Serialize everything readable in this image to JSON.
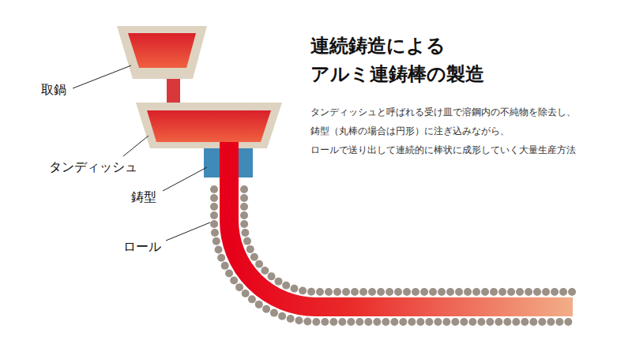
{
  "diagram": {
    "title": "連続鋳造による アルミ連鋳棒の製造",
    "caption": "タンディッシュと呼ばれる受け皿で溶鋼内の不純物を除去し、 鋳型（丸棒の場合は円形）に注ぎ込みながら、 ロールで送り出して連続的に棒状に成形していく大量生産方法",
    "labels": [
      "取鍋",
      "タンディッシュ",
      "鋳型",
      "ロール"
    ]
  }
}
